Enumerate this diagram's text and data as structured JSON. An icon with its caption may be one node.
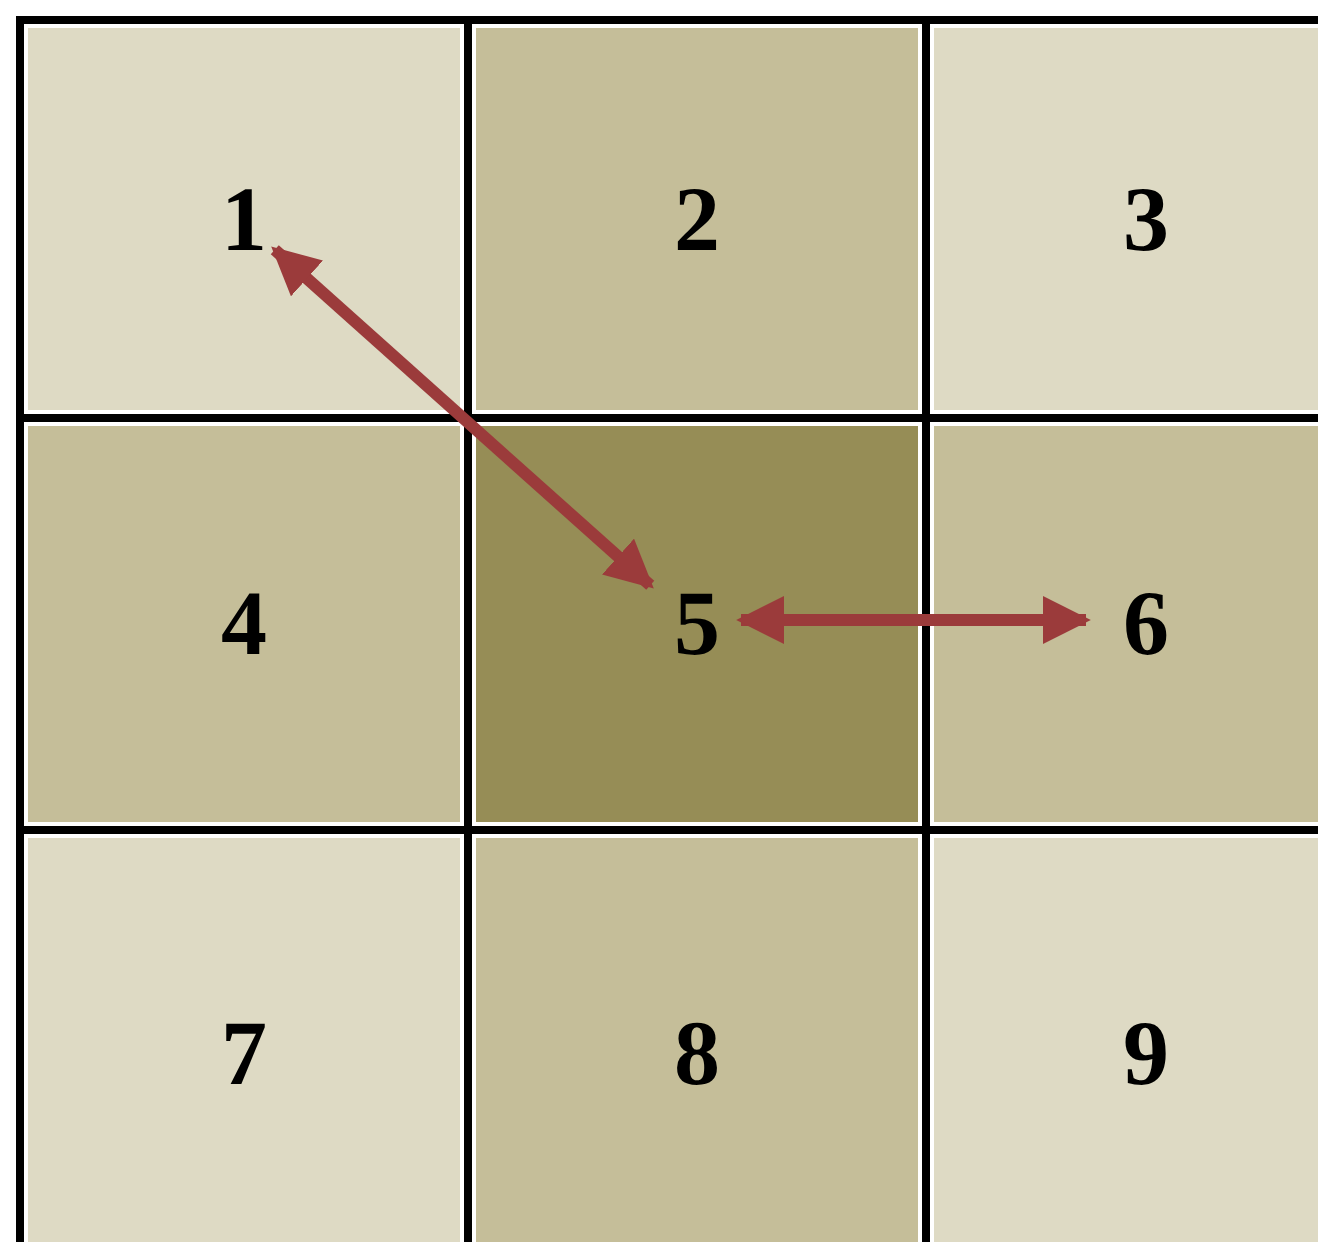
{
  "diagram": {
    "nodes": [
      {
        "text": [
          "1"
        ]
      },
      {
        "text": [
          "2"
        ]
      },
      {
        "text": [
          "3"
        ]
      },
      {
        "text": [
          "4"
        ]
      },
      {
        "text": [
          "5"
        ]
      },
      {
        "text": [
          "6"
        ]
      },
      {
        "text": [
          "7"
        ]
      },
      {
        "text": [
          "8"
        ]
      },
      {
        "text": [
          "9"
        ]
      }
    ],
    "edges": [
      {
        "from": 0,
        "to": 4,
        "arrow": "both",
        "color": "#9b3b3b"
      },
      {
        "from": 4,
        "to": 5,
        "arrow": "both",
        "color": "#9b3b3b"
      }
    ]
  }
}
